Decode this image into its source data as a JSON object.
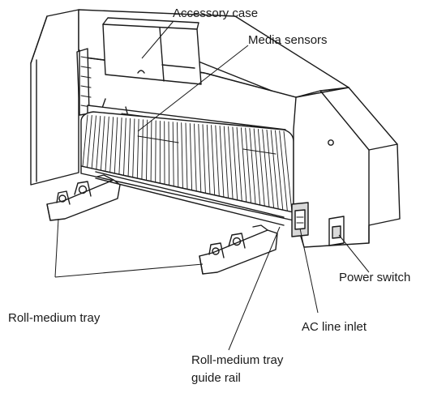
{
  "labels": {
    "accessory_case": "Accessory case",
    "media_sensors": "Media sensors",
    "power_switch": "Power switch",
    "roll_medium_tray": "Roll-medium tray",
    "ac_line_inlet": "AC line inlet",
    "guide_rail_line1": "Roll-medium tray",
    "guide_rail_line2": "guide rail"
  },
  "colors": {
    "ink": "#1a1a1a",
    "body_fill": "#ffffff",
    "shade": "#d9d9d9"
  }
}
